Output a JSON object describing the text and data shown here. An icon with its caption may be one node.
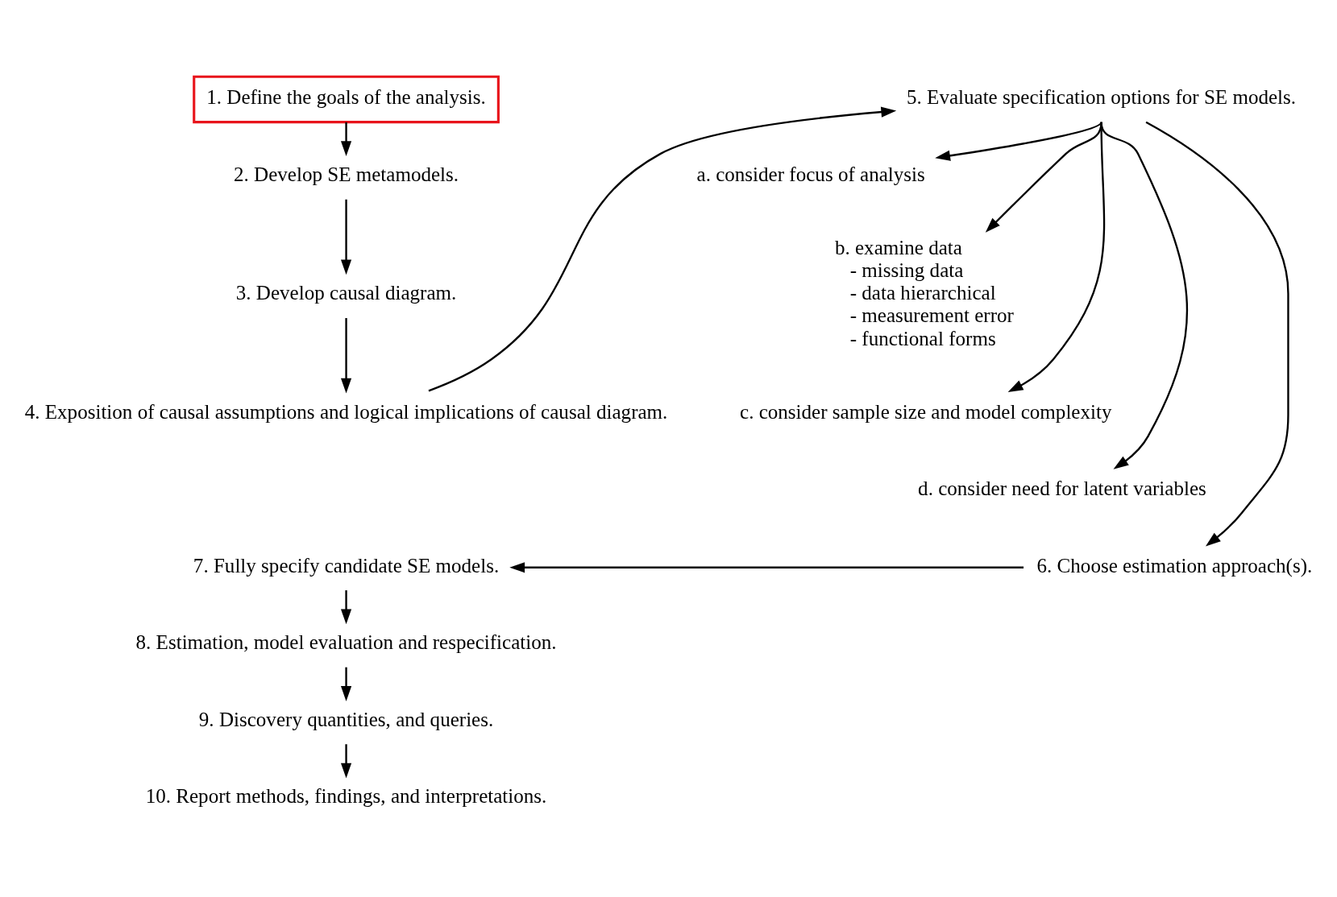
{
  "diagram": {
    "nodes": [
      {
        "text": [
          "1. Define the goals of the analysis."
        ]
      },
      {
        "text": [
          "2. Develop SE metamodels."
        ]
      },
      {
        "text": [
          "3. Develop causal diagram."
        ]
      },
      {
        "text": [
          "4. Exposition of causal assumptions and logical implications of causal diagram."
        ]
      },
      {
        "text": [
          "5. Evaluate specification options for SE models."
        ]
      },
      {
        "text": [
          "a. consider focus of analysis"
        ]
      },
      {
        "text": [
          "b. examine data",
          "- missing data",
          "- data hierarchical",
          "- measurement error",
          "- functional forms"
        ]
      },
      {
        "text": [
          "c. consider sample size and model complexity"
        ]
      },
      {
        "text": [
          "d. consider need for latent variables"
        ]
      },
      {
        "text": [
          "6. Choose estimation approach(s)."
        ]
      },
      {
        "text": [
          "7. Fully specify candidate SE models."
        ]
      },
      {
        "text": [
          "8. Estimation, model evaluation and respecification."
        ]
      },
      {
        "text": [
          "9. Discovery quantities, and queries."
        ]
      },
      {
        "text": [
          "10. Report methods, findings, and interpretations."
        ]
      }
    ],
    "edges": [
      {
        "from": 0,
        "to": 1,
        "arrow": "to"
      },
      {
        "from": 1,
        "to": 2,
        "arrow": "to"
      },
      {
        "from": 2,
        "to": 3,
        "arrow": "to"
      },
      {
        "from": 3,
        "to": 4,
        "arrow": "to"
      },
      {
        "from": 4,
        "to": 5,
        "arrow": "to"
      },
      {
        "from": 4,
        "to": 6,
        "arrow": "to"
      },
      {
        "from": 4,
        "to": 7,
        "arrow": "to"
      },
      {
        "from": 4,
        "to": 8,
        "arrow": "to"
      },
      {
        "from": 4,
        "to": 9,
        "arrow": "to"
      },
      {
        "from": 9,
        "to": 10,
        "arrow": "to"
      },
      {
        "from": 10,
        "to": 11,
        "arrow": "to"
      },
      {
        "from": 11,
        "to": 12,
        "arrow": "to"
      },
      {
        "from": 12,
        "to": 13,
        "arrow": "to"
      }
    ]
  }
}
